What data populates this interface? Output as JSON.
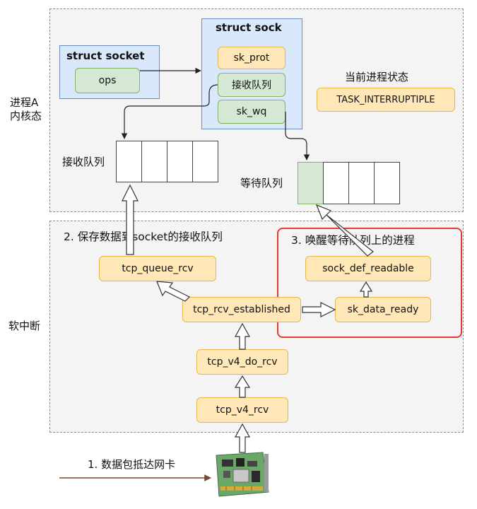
{
  "side_labels": {
    "process": "进程A\n内核态",
    "softirq": "软中断"
  },
  "struct_socket": {
    "title": "struct socket",
    "ops": "ops"
  },
  "struct_sock": {
    "title": "struct sock",
    "sk_prot": "sk_prot",
    "recv_queue": "接收队列",
    "sk_wq": "sk_wq"
  },
  "process_state": {
    "label": "当前进程状态",
    "value": "TASK_INTERRUPTIPLE"
  },
  "recv_queue_label": "接收队列",
  "wait_queue_label": "等待队列",
  "steps": {
    "step1": "1. 数据包抵达网卡",
    "step2": "2. 保存数据到socket的接收队列",
    "step3": "3. 唤醒等待队列上的进程"
  },
  "functions": {
    "tcp_queue_rcv": "tcp_queue_rcv",
    "tcp_rcv_established": "tcp_rcv_established",
    "sk_data_ready": "sk_data_ready",
    "sock_def_readable": "sock_def_readable",
    "tcp_v4_do_rcv": "tcp_v4_do_rcv",
    "tcp_v4_rcv": "tcp_v4_rcv"
  },
  "colors": {
    "highlight": "#e53935",
    "yellow_fill": "#ffe7b8",
    "green_fill": "#d5e8d4",
    "blue_fill": "#dae8fc",
    "region_fill": "#f4f4f4"
  },
  "icons": {
    "nic": "network-card-icon"
  }
}
